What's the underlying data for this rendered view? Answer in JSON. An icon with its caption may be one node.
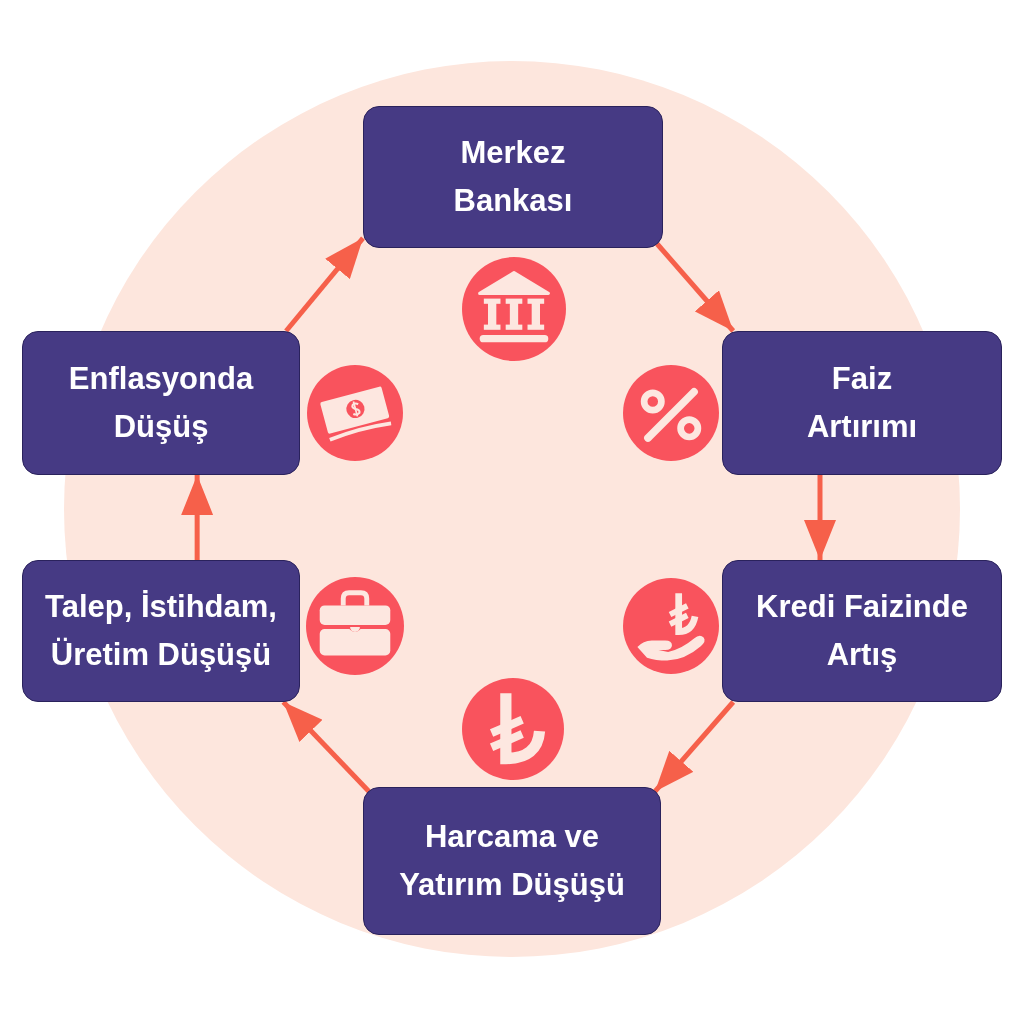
{
  "diagram": {
    "nodes": [
      {
        "text": [
          "Merkez Bankası"
        ]
      },
      {
        "text": [
          "Faiz Artırımı"
        ]
      },
      {
        "text": [
          "Kredi Faizinde Artış"
        ]
      },
      {
        "text": [
          "Harcama ve Yatırım Düşüşü"
        ]
      },
      {
        "text": [
          "Talep, İstihdam, Üretim Düşüşü"
        ]
      },
      {
        "text": [
          "Enflasyonda Düşüş"
        ]
      }
    ],
    "edges": [
      {
        "from": 0,
        "to": 1,
        "arrow": "to"
      },
      {
        "from": 1,
        "to": 2,
        "arrow": "to"
      },
      {
        "from": 2,
        "to": 3,
        "arrow": "to"
      },
      {
        "from": 3,
        "to": 4,
        "arrow": "to"
      },
      {
        "from": 4,
        "to": 5,
        "arrow": "to"
      },
      {
        "from": 5,
        "to": 0,
        "arrow": "to"
      }
    ]
  }
}
